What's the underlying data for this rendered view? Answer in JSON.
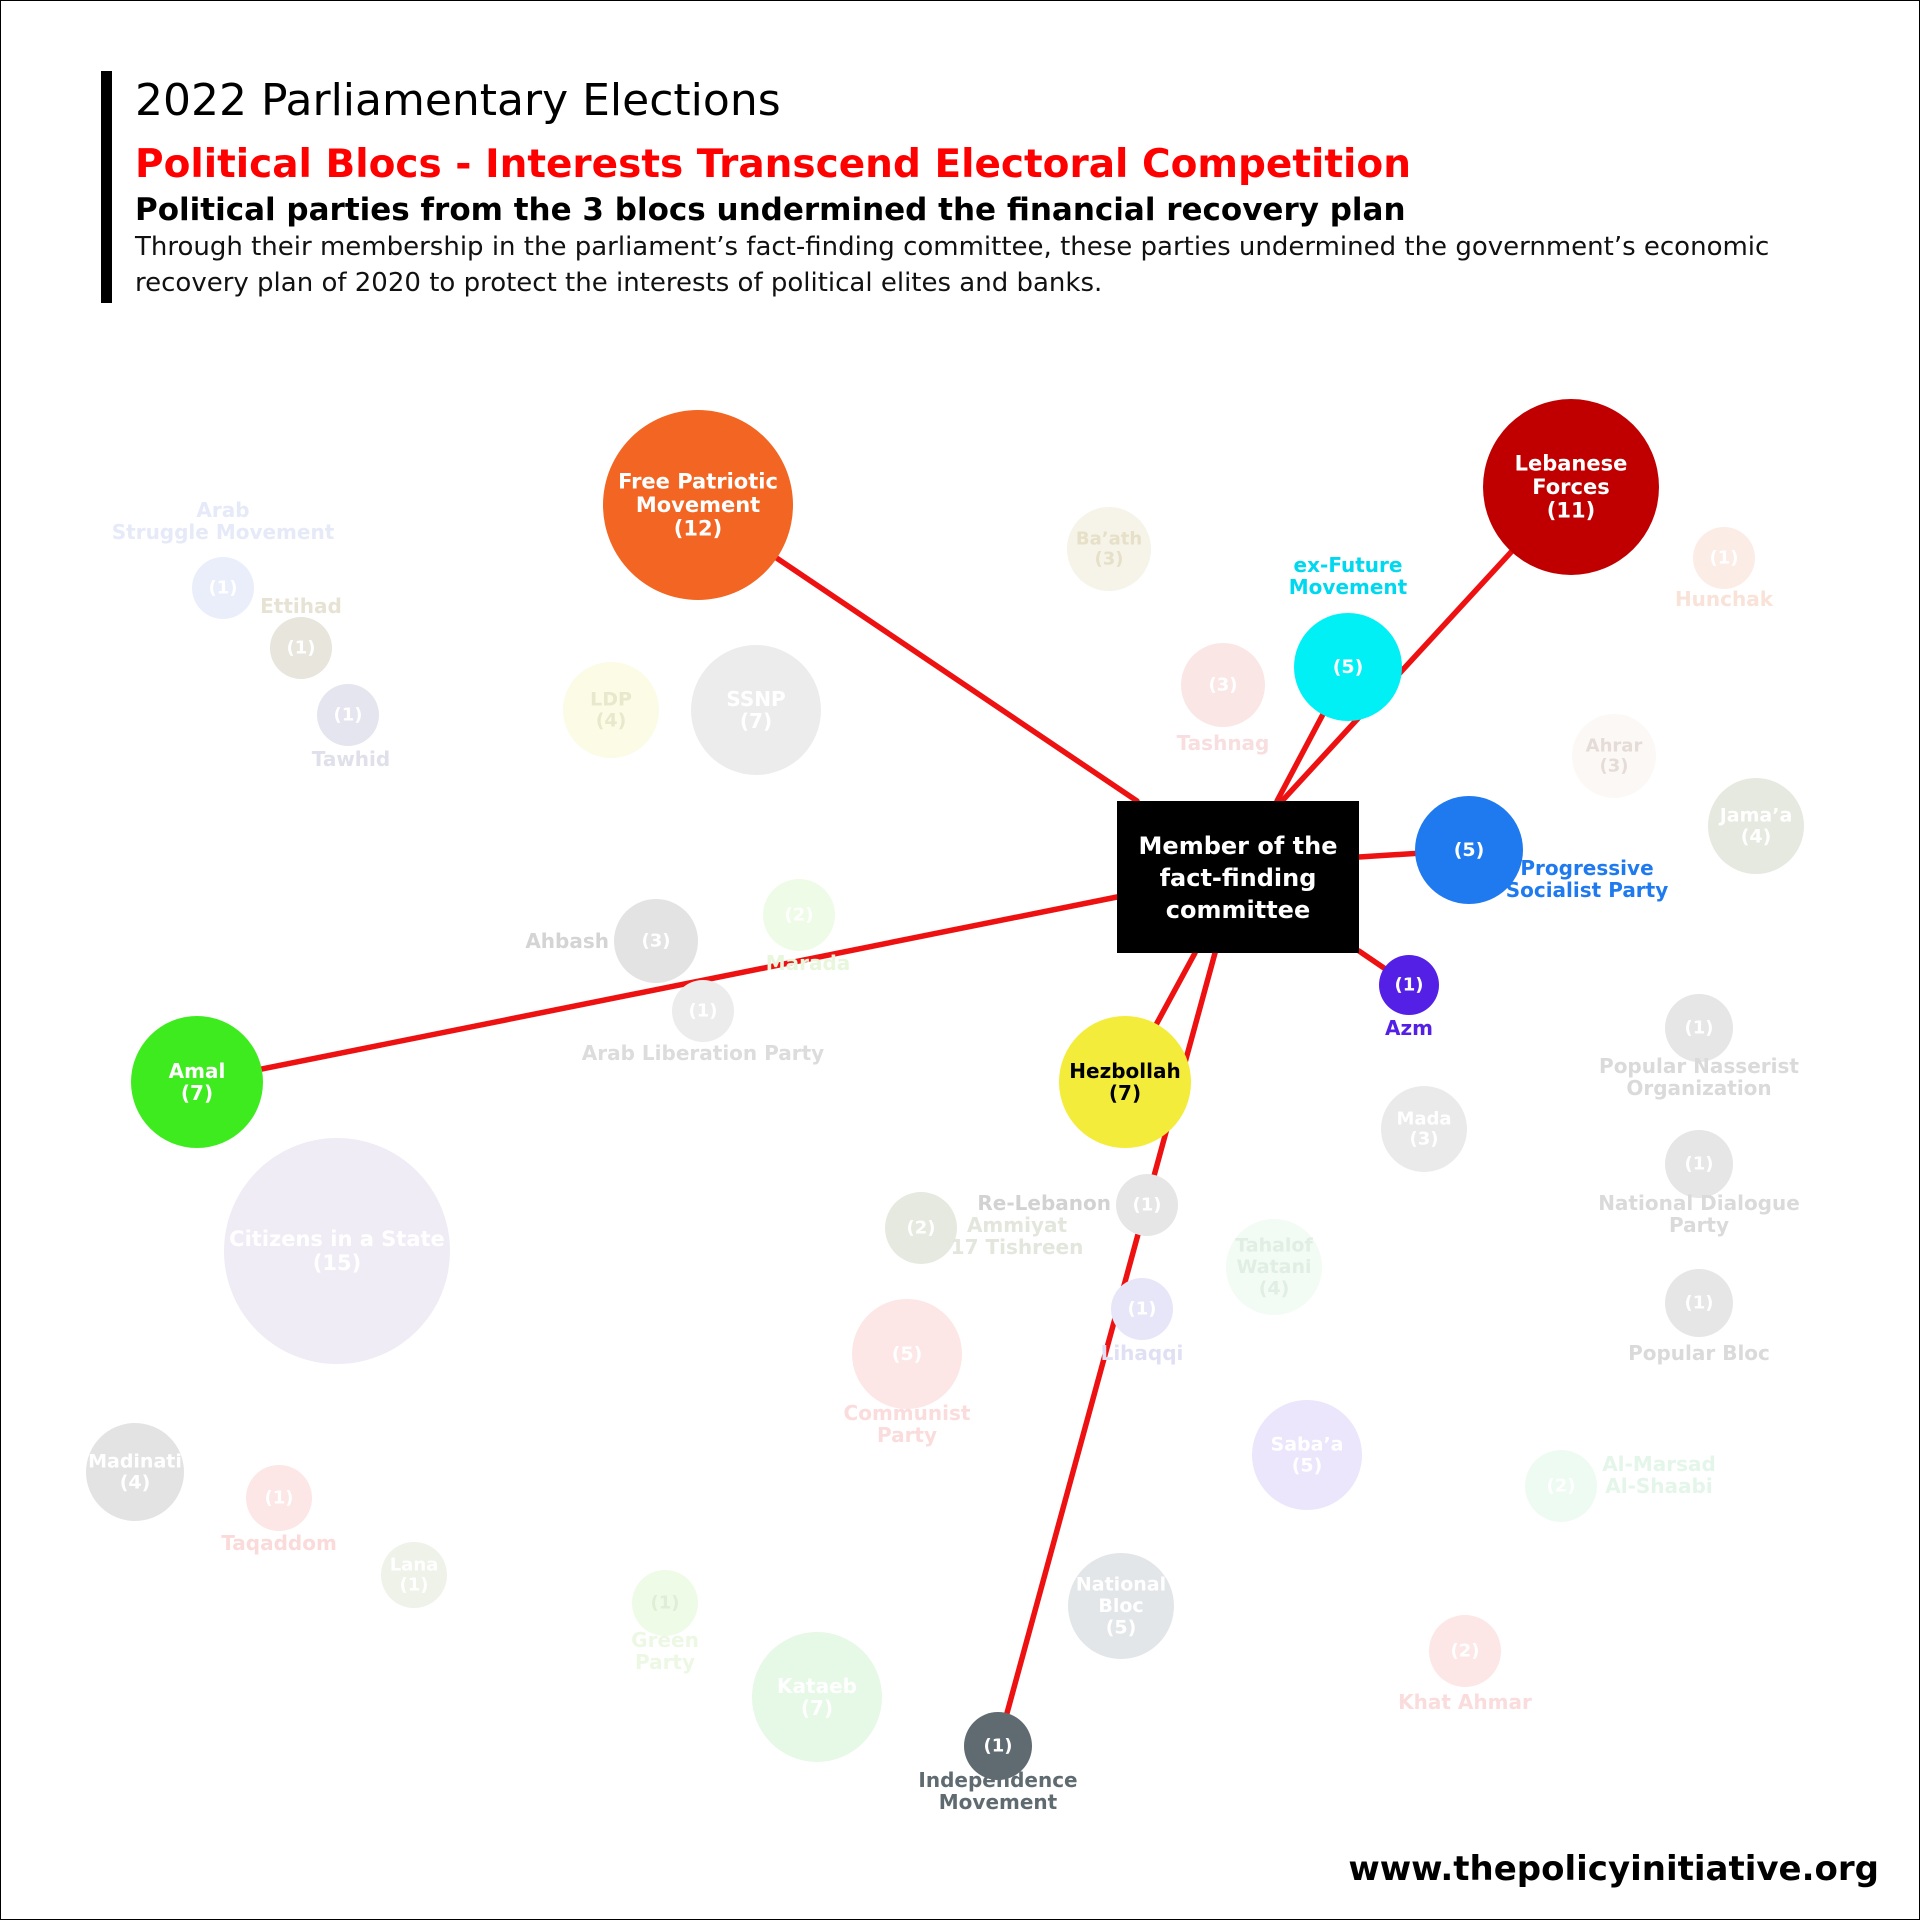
{
  "header": {
    "kicker": "2022 Parliamentary Elections",
    "title": "Political Blocs - Interests Transcend Electoral Competition",
    "subtitle": "Political parties from the 3 blocs undermined the financial recovery plan",
    "description": "Through their membership in the parliament’s fact-finding committee, these parties undermined the government’s economic recovery plan of 2020 to protect the interests of political elites and banks."
  },
  "colors": {
    "title": "#ff0000",
    "link": "#ee1111",
    "hub_fill": "#000000",
    "hub_text": "#ffffff"
  },
  "hub": {
    "lines": [
      "Member of the",
      "fact-finding",
      "committee"
    ]
  },
  "parties": [
    {
      "id": "fpm",
      "in_label": [
        "Free Patriotic",
        "Movement",
        "(12)"
      ],
      "out_label": [],
      "seats": 12,
      "color": "#f26522",
      "text_color": "#ffffff",
      "highlighted": true
    },
    {
      "id": "lf",
      "in_label": [
        "Lebanese",
        "Forces",
        "(11)"
      ],
      "out_label": [],
      "seats": 11,
      "color": "#c00000",
      "text_color": "#ffffff",
      "highlighted": true
    },
    {
      "id": "ex-future",
      "in_label": [
        "(5)"
      ],
      "out_label": [
        "ex-Future",
        "Movement"
      ],
      "seats": 5,
      "color": "#00f0f5",
      "text_color": "#ffffff",
      "label_color": "#00d8f0",
      "highlighted": true
    },
    {
      "id": "psp",
      "in_label": [
        "(5)"
      ],
      "out_label": [
        "Progressive",
        "Socialist Party"
      ],
      "seats": 5,
      "color": "#1f7aef",
      "text_color": "#ffffff",
      "label_color": "#1f7aef",
      "highlighted": true
    },
    {
      "id": "azm",
      "in_label": [
        "(1)"
      ],
      "out_label": [
        "Azm"
      ],
      "seats": 1,
      "color": "#5520e6",
      "text_color": "#ffffff",
      "label_color": "#5520e6",
      "highlighted": true
    },
    {
      "id": "amal",
      "in_label": [
        "Amal",
        "(7)"
      ],
      "out_label": [],
      "seats": 7,
      "color": "#3eeb1e",
      "text_color": "#ffffff",
      "highlighted": true
    },
    {
      "id": "hezbollah",
      "in_label": [
        "Hezbollah",
        "(7)"
      ],
      "out_label": [],
      "seats": 7,
      "color": "#f4ec3a",
      "text_color": "#000000",
      "highlighted": true
    },
    {
      "id": "independence",
      "in_label": [
        "(1)"
      ],
      "out_label": [
        "Independence",
        "Movement"
      ],
      "seats": 1,
      "color": "#5f6b71",
      "text_color": "#ffffff",
      "label_color": "#5f6b71",
      "highlighted": true
    },
    {
      "id": "arab-struggle",
      "in_label": [
        "(1)"
      ],
      "out_label": [
        "Arab",
        "Struggle Movement"
      ],
      "seats": 1,
      "color": "#eaeefb",
      "text_color": "#ffffff",
      "label_color": "#e6eaf8",
      "highlighted": false
    },
    {
      "id": "ettihad",
      "in_label": [
        "(1)"
      ],
      "out_label": [
        "Ettihad"
      ],
      "seats": 1,
      "color": "#e7e5dc",
      "text_color": "#ffffff",
      "label_color": "#e7e3d4",
      "highlighted": false
    },
    {
      "id": "tawhid",
      "in_label": [
        "(1)"
      ],
      "out_label": [
        "Tawhid"
      ],
      "seats": 1,
      "color": "#e4e5ee",
      "text_color": "#ffffff",
      "label_color": "#dfe0ea",
      "highlighted": false
    },
    {
      "id": "ldp",
      "in_label": [
        "LDP",
        "(4)"
      ],
      "out_label": [],
      "seats": 4,
      "color": "#fbfbe6",
      "text_color": "#e8e8cc",
      "highlighted": false
    },
    {
      "id": "ssnp",
      "in_label": [
        "SSNP",
        "(7)"
      ],
      "out_label": [],
      "seats": 7,
      "color": "#ececec",
      "text_color": "#ffffff",
      "highlighted": false
    },
    {
      "id": "baath",
      "in_label": [
        "Ba’ath",
        "(3)"
      ],
      "out_label": [],
      "seats": 3,
      "color": "#f6f3e8",
      "text_color": "#e6e0c8",
      "highlighted": false
    },
    {
      "id": "tashnag",
      "in_label": [
        "(3)"
      ],
      "out_label": [
        "Tashnag"
      ],
      "seats": 3,
      "color": "#fbe6e6",
      "text_color": "#ffffff",
      "label_color": "#f8dede",
      "highlighted": false
    },
    {
      "id": "hunchak",
      "in_label": [
        "(1)"
      ],
      "out_label": [
        "Hunchak"
      ],
      "seats": 1,
      "color": "#fcece6",
      "text_color": "#ffffff",
      "label_color": "#f9e2d8",
      "highlighted": false
    },
    {
      "id": "ahrar",
      "in_label": [
        "Ahrar",
        "(3)"
      ],
      "out_label": [],
      "seats": 3,
      "color": "#fcf8f6",
      "text_color": "#e5dcd8",
      "highlighted": false
    },
    {
      "id": "jamaa",
      "in_label": [
        "Jama’a",
        "(4)"
      ],
      "out_label": [],
      "seats": 4,
      "color": "#e6e9df",
      "text_color": "#ffffff",
      "highlighted": false
    },
    {
      "id": "ahbash",
      "in_label": [
        "(3)"
      ],
      "out_label": [
        "Ahbash"
      ],
      "seats": 3,
      "color": "#e3e3e3",
      "text_color": "#ffffff",
      "label_color": "#d4d4d4",
      "highlighted": false
    },
    {
      "id": "marada",
      "in_label": [
        "(2)"
      ],
      "out_label": [
        "Marada"
      ],
      "seats": 2,
      "color": "#eefbe6",
      "text_color": "#ffffff",
      "label_color": "#e8f6dc",
      "highlighted": false
    },
    {
      "id": "arab-liberation",
      "in_label": [
        "(1)"
      ],
      "out_label": [
        "Arab Liberation Party"
      ],
      "seats": 1,
      "color": "#ececec",
      "text_color": "#ffffff",
      "label_color": "#dcdcdc",
      "highlighted": false
    },
    {
      "id": "popular-nasserist",
      "in_label": [
        "(1)"
      ],
      "out_label": [
        "Popular Nasserist",
        "Organization"
      ],
      "seats": 1,
      "color": "#e6e6e6",
      "text_color": "#ffffff",
      "label_color": "#dadada",
      "highlighted": false
    },
    {
      "id": "mada",
      "in_label": [
        "Mada",
        "(3)"
      ],
      "out_label": [],
      "seats": 3,
      "color": "#eaeaea",
      "text_color": "#ffffff",
      "highlighted": false
    },
    {
      "id": "national-dialogue",
      "in_label": [
        "(1)"
      ],
      "out_label": [
        "National Dialogue",
        "Party"
      ],
      "seats": 1,
      "color": "#e6e6e6",
      "text_color": "#ffffff",
      "label_color": "#dadada",
      "highlighted": false
    },
    {
      "id": "popular-bloc",
      "in_label": [
        "(1)"
      ],
      "out_label": [
        "Popular Bloc"
      ],
      "seats": 1,
      "color": "#e6e6e6",
      "text_color": "#ffffff",
      "label_color": "#dadada",
      "highlighted": false
    },
    {
      "id": "citizens",
      "in_label": [
        "Citizens in a State",
        "(15)"
      ],
      "out_label": [],
      "seats": 15,
      "color": "#efecf5",
      "text_color": "#ffffff",
      "highlighted": false
    },
    {
      "id": "ammiyat",
      "in_label": [
        "(2)"
      ],
      "out_label": [
        "Ammiyat",
        "17 Tishreen"
      ],
      "seats": 2,
      "color": "#e6e9df",
      "text_color": "#ffffff",
      "label_color": "#e3e6dc",
      "highlighted": false
    },
    {
      "id": "re-lebanon",
      "in_label": [
        "(1)"
      ],
      "out_label": [
        "Re-Lebanon"
      ],
      "seats": 1,
      "color": "#e6e6e6",
      "text_color": "#ffffff",
      "label_color": "#d2d2d2",
      "highlighted": false
    },
    {
      "id": "tahalof",
      "in_label": [
        "Tahalof",
        "Watani",
        "(4)"
      ],
      "out_label": [],
      "seats": 4,
      "color": "#f2fbf4",
      "text_color": "#e0eee4",
      "highlighted": false
    },
    {
      "id": "lihaqqi",
      "in_label": [
        "(1)"
      ],
      "out_label": [
        "Lihaqqi"
      ],
      "seats": 1,
      "color": "#e6e6f8",
      "text_color": "#ffffff",
      "label_color": "#e0e0f4",
      "highlighted": false
    },
    {
      "id": "communist",
      "in_label": [
        "(5)"
      ],
      "out_label": [
        "Communist",
        "Party"
      ],
      "seats": 5,
      "color": "#fde6e6",
      "text_color": "#ffffff",
      "label_color": "#fbdcdc",
      "highlighted": false
    },
    {
      "id": "sabaa",
      "in_label": [
        "Saba’a",
        "(5)"
      ],
      "out_label": [],
      "seats": 5,
      "color": "#ebe6fb",
      "text_color": "#ffffff",
      "highlighted": false
    },
    {
      "id": "al-marsad",
      "in_label": [
        "(2)"
      ],
      "out_label": [
        "Al-Marsad",
        "Al-Shaabi"
      ],
      "seats": 2,
      "color": "#eefbf2",
      "text_color": "#ffffff",
      "label_color": "#e4f6ea",
      "highlighted": false
    },
    {
      "id": "madinati",
      "in_label": [
        "Madinati",
        "(4)"
      ],
      "out_label": [],
      "seats": 4,
      "color": "#e3e3e3",
      "text_color": "#ffffff",
      "highlighted": false
    },
    {
      "id": "taqaddom",
      "in_label": [
        "(1)"
      ],
      "out_label": [
        "Taqaddom"
      ],
      "seats": 1,
      "color": "#fde6e6",
      "text_color": "#ffffff",
      "label_color": "#fbdada",
      "highlighted": false
    },
    {
      "id": "lana",
      "in_label": [
        "Lana",
        "(1)"
      ],
      "out_label": [],
      "seats": 1,
      "color": "#eef2e8",
      "text_color": "#ffffff",
      "highlighted": false
    },
    {
      "id": "green",
      "in_label": [
        "(1)"
      ],
      "out_label": [
        "Green",
        "Party"
      ],
      "seats": 1,
      "color": "#eefbe6",
      "text_color": "#e0eed8",
      "label_color": "#ecf8e4",
      "highlighted": false
    },
    {
      "id": "kataeb",
      "in_label": [
        "Kataeb",
        "(7)"
      ],
      "out_label": [],
      "seats": 7,
      "color": "#e6f8e6",
      "text_color": "#ffffff",
      "highlighted": false
    },
    {
      "id": "national-bloc",
      "in_label": [
        "National",
        "Bloc",
        "(5)"
      ],
      "out_label": [],
      "seats": 5,
      "color": "#e3e6e8",
      "text_color": "#ffffff",
      "highlighted": false
    },
    {
      "id": "khat-ahmar",
      "in_label": [
        "(2)"
      ],
      "out_label": [
        "Khat Ahmar"
      ],
      "seats": 2,
      "color": "#fde6e6",
      "text_color": "#ffffff",
      "label_color": "#fbdcdc",
      "highlighted": false
    }
  ],
  "footer": {
    "website": "www.thepolicyinitiative.org"
  }
}
